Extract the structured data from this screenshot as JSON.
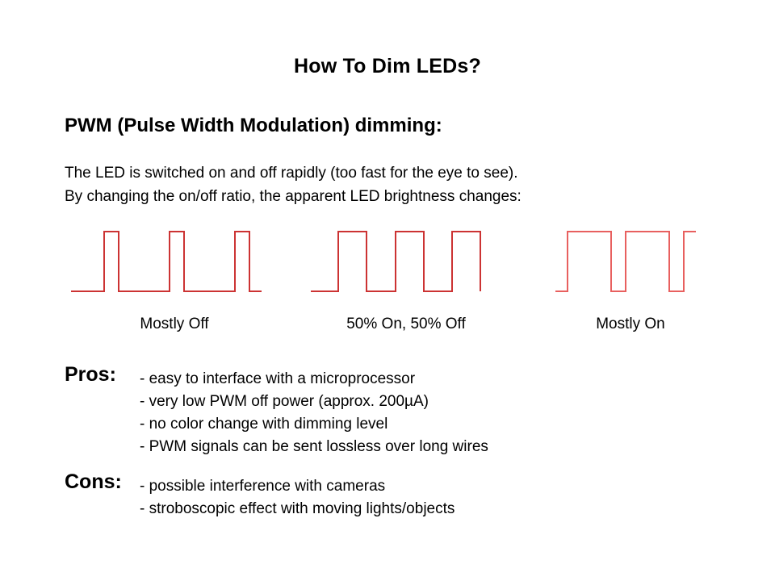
{
  "slide": {
    "title": "How To Dim LEDs?",
    "section_heading": "PWM (Pulse Width Modulation) dimming:",
    "intro_line_1": "The LED is switched on and off rapidly (too fast for the eye to see).",
    "intro_line_2": "By changing the on/off ratio, the apparent LED brightness changes:"
  },
  "waveform_color": "#cc3333",
  "waveforms": [
    {
      "caption": "Mostly Off",
      "duty_cycle_percent": 22,
      "description": "narrow high pulses, long low intervals"
    },
    {
      "caption": "50% On, 50% Off",
      "duty_cycle_percent": 50,
      "description": "equal high and low intervals"
    },
    {
      "caption": "Mostly On",
      "duty_cycle_percent": 78,
      "description": "wide high pulses, short low intervals"
    }
  ],
  "pros": {
    "label": "Pros:",
    "items": [
      "- easy to interface with a microprocessor",
      "- very low PWM off power (approx. 200µA)",
      "- no color change with dimming level",
      "- PWM signals can be sent lossless over long wires"
    ]
  },
  "cons": {
    "label": "Cons:",
    "items": [
      "- possible interference with cameras",
      "- stroboscopic effect with moving lights/objects"
    ]
  }
}
